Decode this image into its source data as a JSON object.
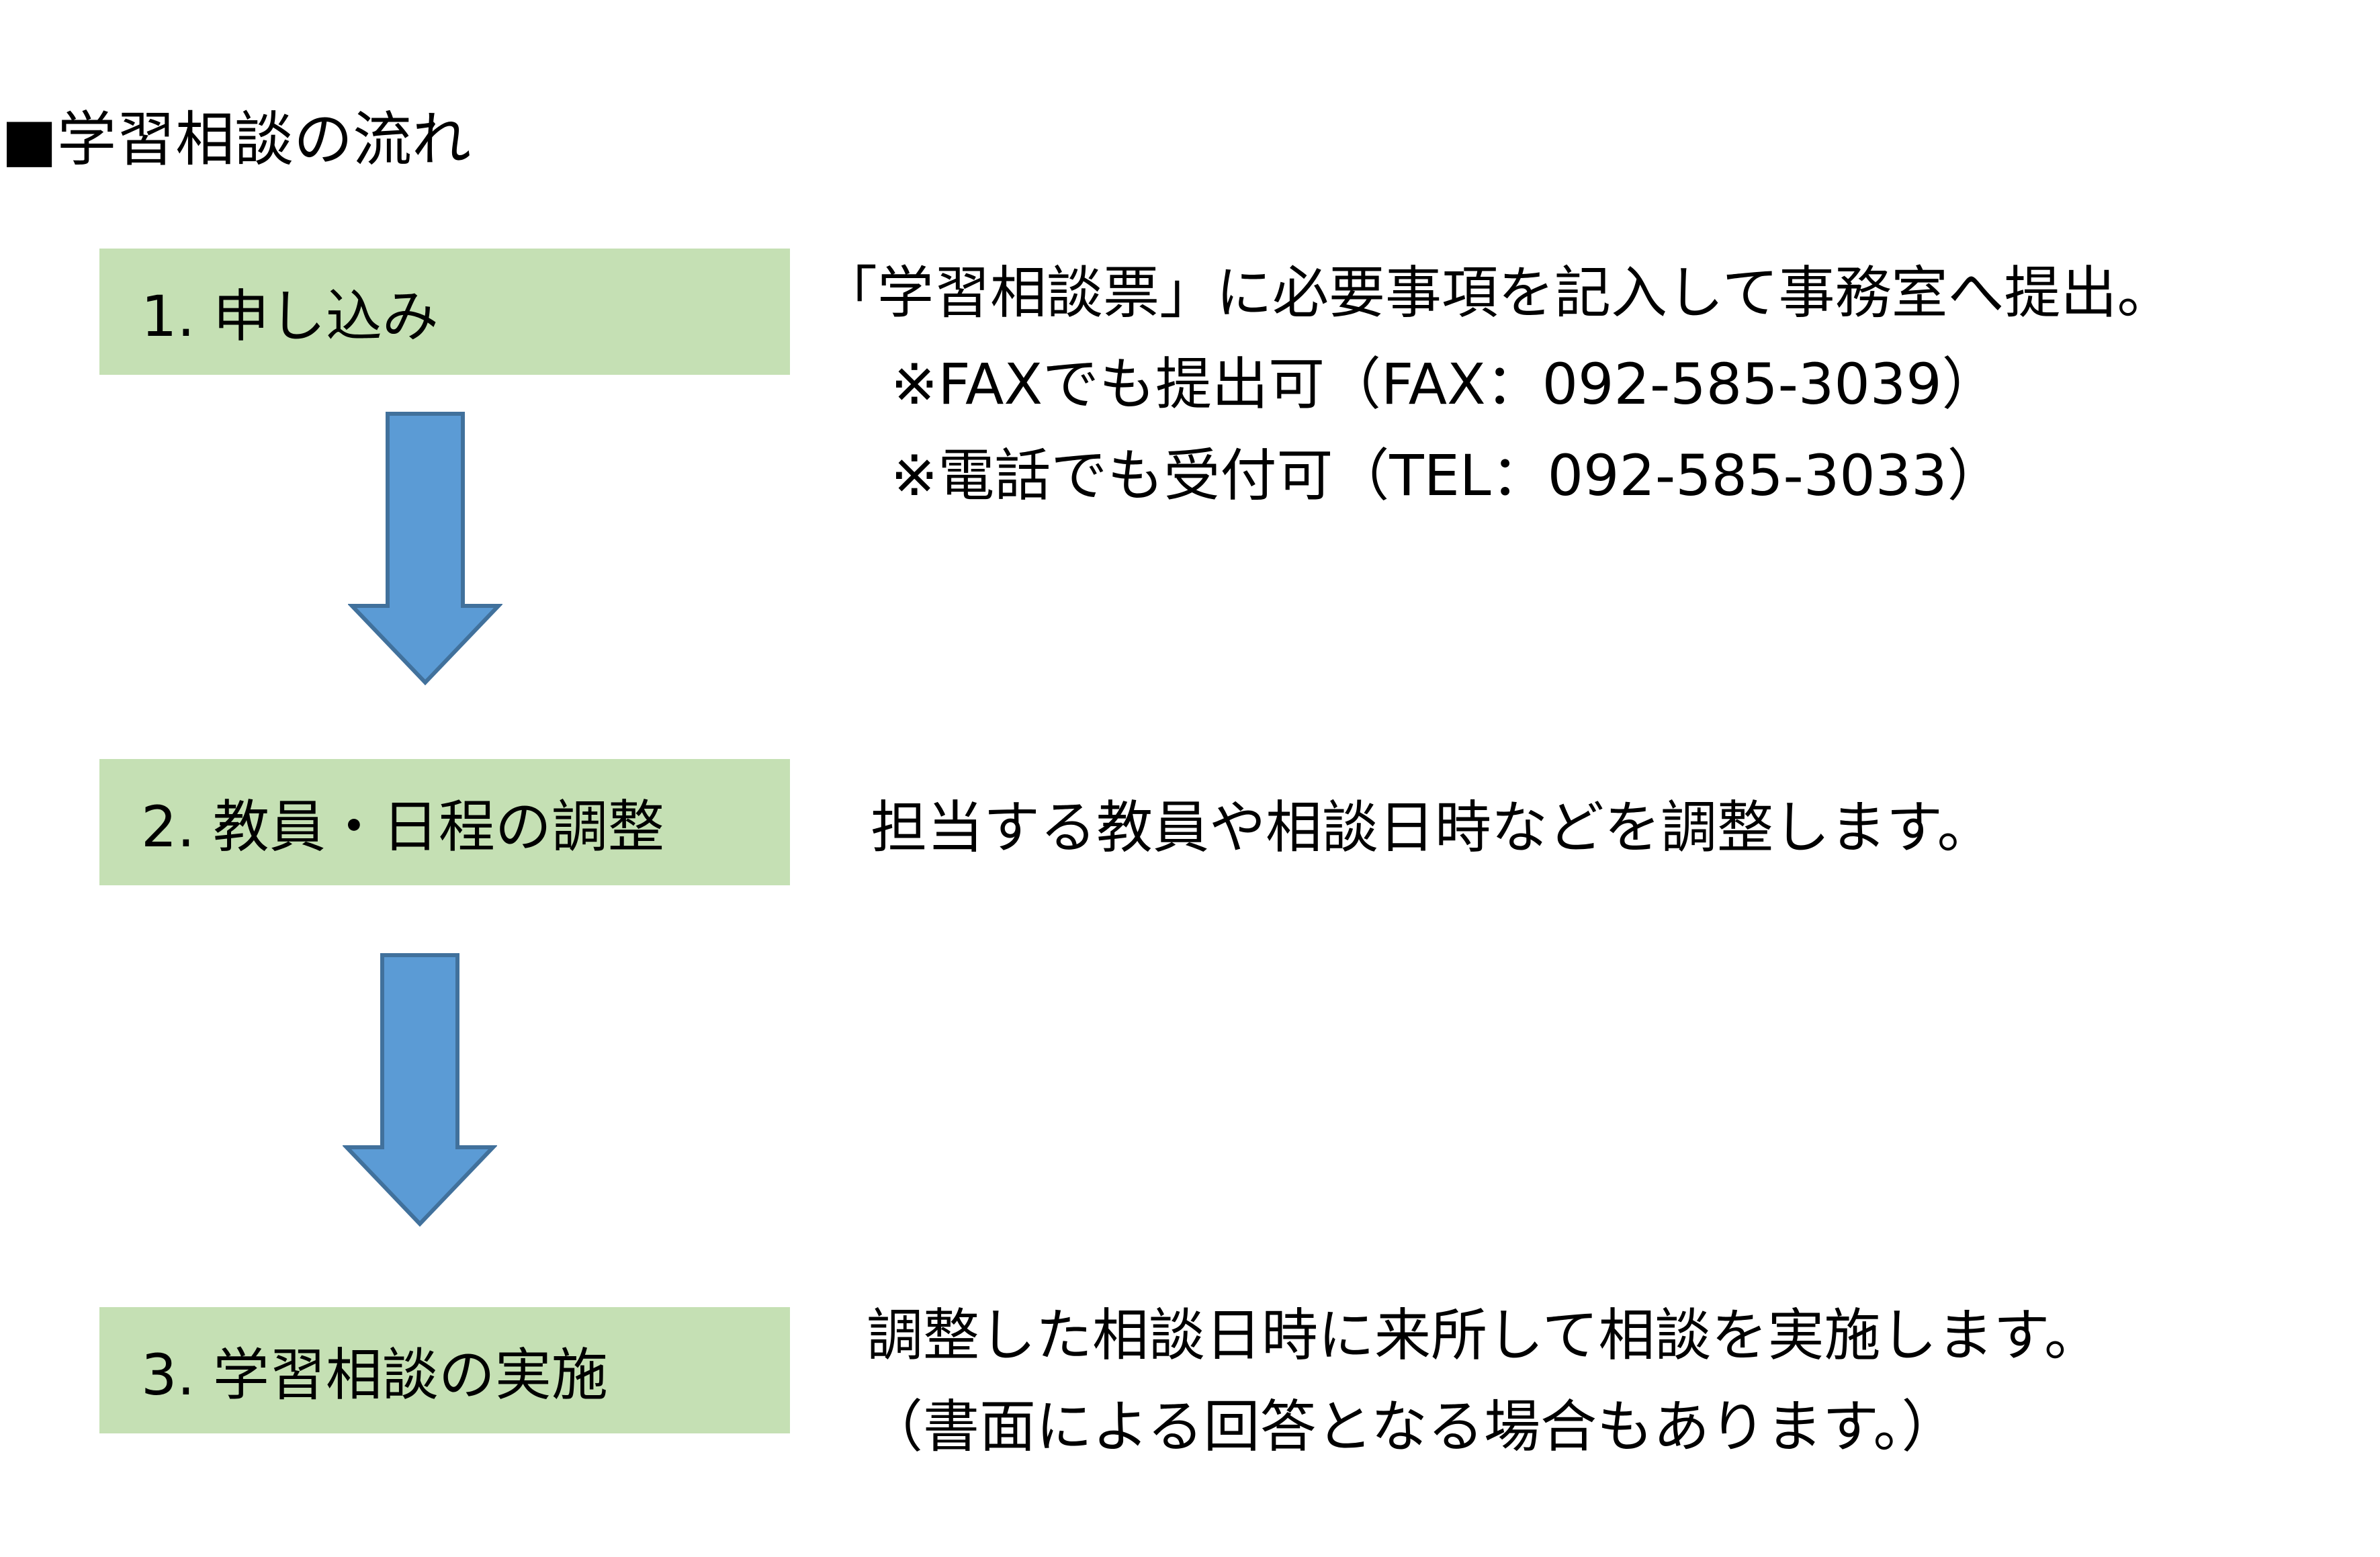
{
  "heading": "■学習相談の流れ",
  "steps": [
    {
      "label": "1. 申し込み",
      "lines": [
        "「学習相談票」に必要事項を記入して事務室へ提出。",
        "※FAXでも提出可（FAX：092-585-3039）",
        "※電話でも受付可（TEL：092-585-3033）"
      ]
    },
    {
      "label": "2. 教員・日程の調整",
      "lines": [
        "担当する教員や相談日時などを調整します。"
      ]
    },
    {
      "label": "3. 学習相談の実施",
      "lines": [
        "調整した相談日時に来所して相談を実施します。",
        "（書面による回答となる場合もあります。）"
      ]
    }
  ],
  "colors": {
    "step_box_fill": "#c5e0b4",
    "arrow_fill": "#5b9bd5",
    "arrow_stroke": "#41719c",
    "text": "#000000"
  },
  "icons": {
    "connector": "down-arrow-icon"
  }
}
